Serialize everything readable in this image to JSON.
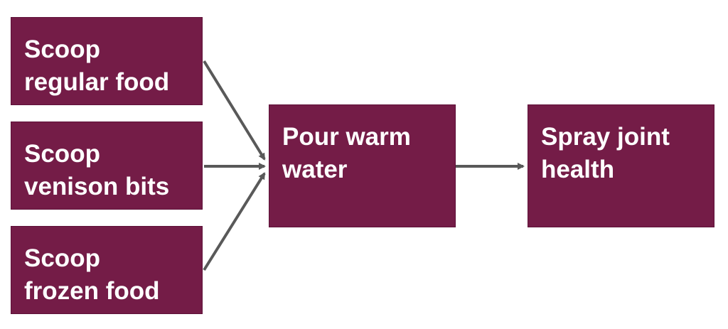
{
  "nodes": [
    {
      "id": "regular",
      "line1": "Scoop",
      "line2": "regular food"
    },
    {
      "id": "venison",
      "line1": "Scoop",
      "line2": "venison bits"
    },
    {
      "id": "frozen",
      "line1": "Scoop",
      "line2": "frozen food"
    },
    {
      "id": "water",
      "line1": "Pour warm",
      "line2": "water"
    },
    {
      "id": "spray",
      "line1": "Spray joint",
      "line2": "health"
    }
  ],
  "colors": {
    "box": "#741c47",
    "arrow": "#595959"
  }
}
